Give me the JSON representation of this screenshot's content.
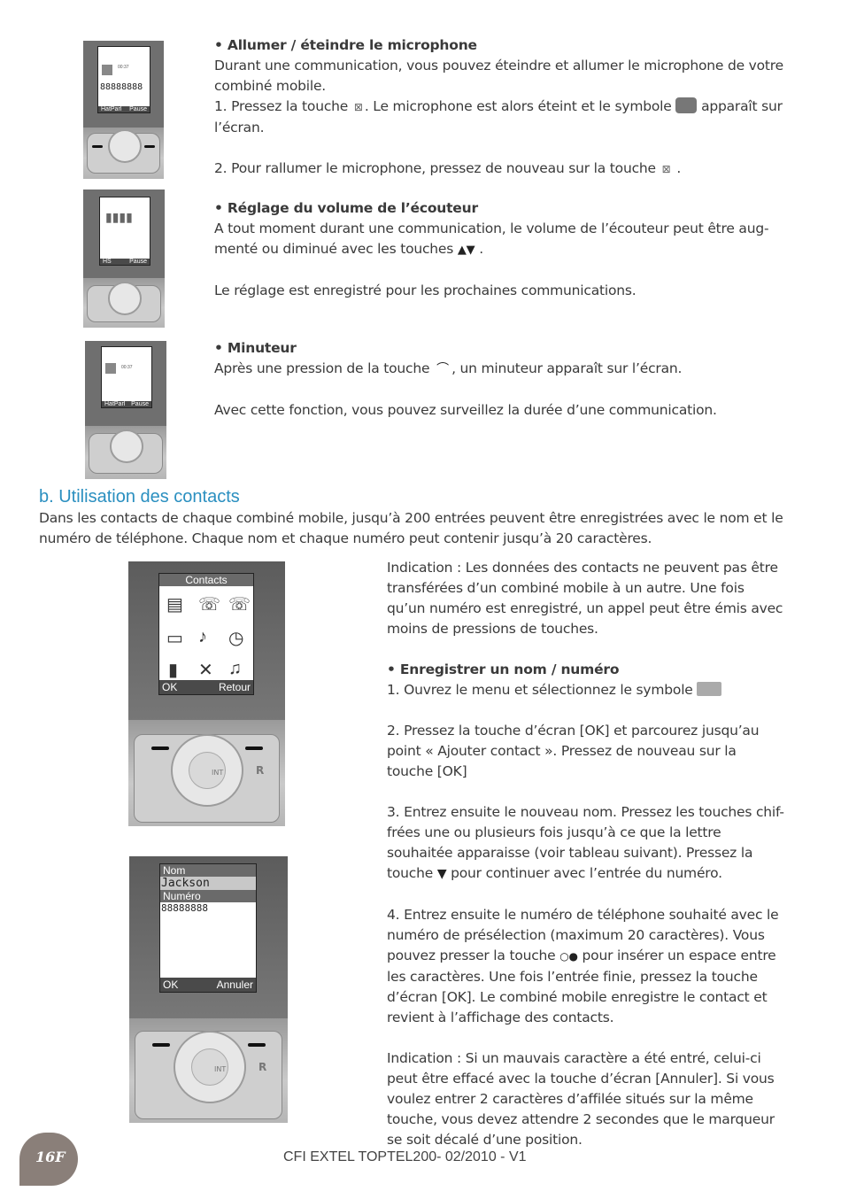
{
  "section1": {
    "title": "• Allumer / éteindre le microphone",
    "intro": "Durant une communication, vous pouvez éteindre et allumer le microphone de votre combiné mobile.",
    "step1a": "1. Pressez la touche",
    "step1b": ". Le microphone est alors éteint et le symbole",
    "step1c": "apparaît sur l’écran.",
    "step2a": "2. Pour rallumer le microphone, pressez de nouveau sur la touche",
    "step2b": "."
  },
  "section2": {
    "title": "• Réglage du volume de l’écouteur",
    "line1": "A tout moment durant une communication, le volume de l’écouteur peut être aug-",
    "line2a": "menté ou diminué avec les touches",
    "line2b": ".",
    "note": "Le réglage est enregistré pour les prochaines communications."
  },
  "section3": {
    "title": "• Minuteur",
    "line1a": "Après une pression de la touche",
    "line1b": ", un minuteur apparaît sur l’écran.",
    "line2": "Avec cette fonction, vous pouvez surveillez la durée d’une communication."
  },
  "phones_small": [
    {
      "number": "88888888",
      "left": "HatParl",
      "right": "Pause"
    },
    {
      "left": "HS",
      "right": "Pause"
    },
    {
      "left": "HatParl",
      "right": "Pause"
    }
  ],
  "contacts": {
    "heading": "b. Utilisation des contacts",
    "intro": "Dans les contacts de chaque combiné mobile, jusqu’à 200 entrées peuvent être enregistrées avec le nom et le numéro de téléphone. Chaque nom et chaque numéro peut contenir jusqu’à 20 caractères.",
    "indication1": "Indication : Les données des contacts ne peuvent pas être transférées d’un combiné mobile à un autre. Une fois qu’un numéro est enregistré, un appel peut être émis avec moins de pressions de touches.",
    "subtitle": "• Enregistrer un nom / numéro",
    "step1": "1. Ouvrez le menu et sélectionnez le symbole",
    "step2": "2. Pressez la touche d’écran [OK] et parcourez jusqu’au point « Ajouter contact ». Pressez de nouveau sur la touche [OK]",
    "step3a": "3. Entrez ensuite le  nouveau nom. Pressez les touches chif-frées une ou plusieurs fois jusqu’à ce que la lettre souhaitée apparaisse (voir tableau suivant). Pressez la touche",
    "step3b": "pour continuer avec l’entrée du numéro.",
    "step4a": "4.  Entrez ensuite le numéro de téléphone souhaité avec le numéro de présélection (maximum 20 caractères). Vous pouvez presser la touche",
    "step4b": "pour insérer un espace entre les caractères. Une fois l’entrée finie, pressez la touche d’écran [OK]. Le combiné mobile enregistre le contact et revient à l’affichage des contacts.",
    "indication2": "Indication : Si un mauvais caractère a été entré, celui-ci peut être effacé avec la touche d’écran [Annuler]. Si vous voulez entrer 2 caractères d’affilée situés sur la même touche, vous devez attendre 2 secondes que le marqueur se soit décalé d’une position."
  },
  "phone_menu": {
    "title": "Contacts",
    "left": "OK",
    "right": "Retour"
  },
  "phone_entry": {
    "name_label": "Nom",
    "name_value": "Jackson",
    "number_label": "Numéro",
    "number_value": "88888888",
    "left": "OK",
    "right": "Annuler"
  },
  "keypad": {
    "int": "INT",
    "r": "R"
  },
  "footer": {
    "page": "16F",
    "text": "CFI EXTEL  TOPTEL200- 02/2010 - V1"
  },
  "colors": {
    "heading": "#2a8fc0",
    "text": "#3a3a3a",
    "badge": "#8a7f79"
  }
}
